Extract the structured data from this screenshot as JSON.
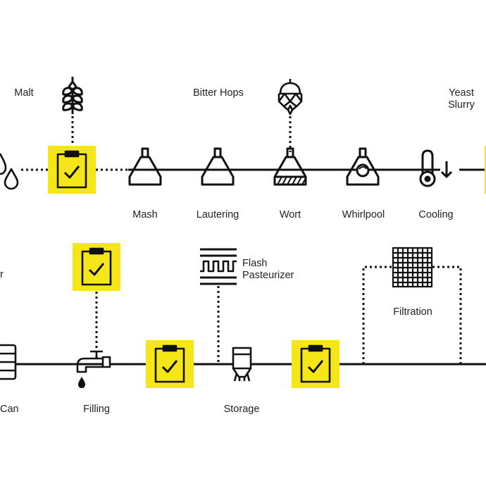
{
  "labels": {
    "malt": "Malt",
    "bitter_hops": "Bitter Hops",
    "yeast_slurry_line1": "Yeast",
    "yeast_slurry_line2": "Slurry",
    "mash": "Mash",
    "lautering": "Lautering",
    "wort": "Wort",
    "whirlpool": "Whirlpool",
    "cooling": "Cooling",
    "water_partial": "r",
    "flash_pasteurizer_line1": "Flash",
    "flash_pasteurizer_line2": "Pasteurizer",
    "filtration": "Filtration",
    "can": "Can",
    "filling": "Filling",
    "storage": "Storage"
  },
  "icons": {
    "water": "water-drops-icon",
    "malt": "wheat-icon",
    "hops": "hop-cone-icon",
    "checkpoint": "clipboard-check-icon",
    "mash": "mash-tun-icon",
    "lautering": "lauter-tun-icon",
    "wort": "wort-kettle-icon",
    "whirlpool": "whirlpool-tank-icon",
    "cooling": "thermometer-down-icon",
    "pasteurizer": "heat-exchanger-icon",
    "filtration": "filter-grid-icon",
    "filling": "tap-icon",
    "storage": "storage-tank-icon",
    "can": "can-stack-icon"
  },
  "colors": {
    "accent": "#f5e61a",
    "line": "#111111"
  }
}
